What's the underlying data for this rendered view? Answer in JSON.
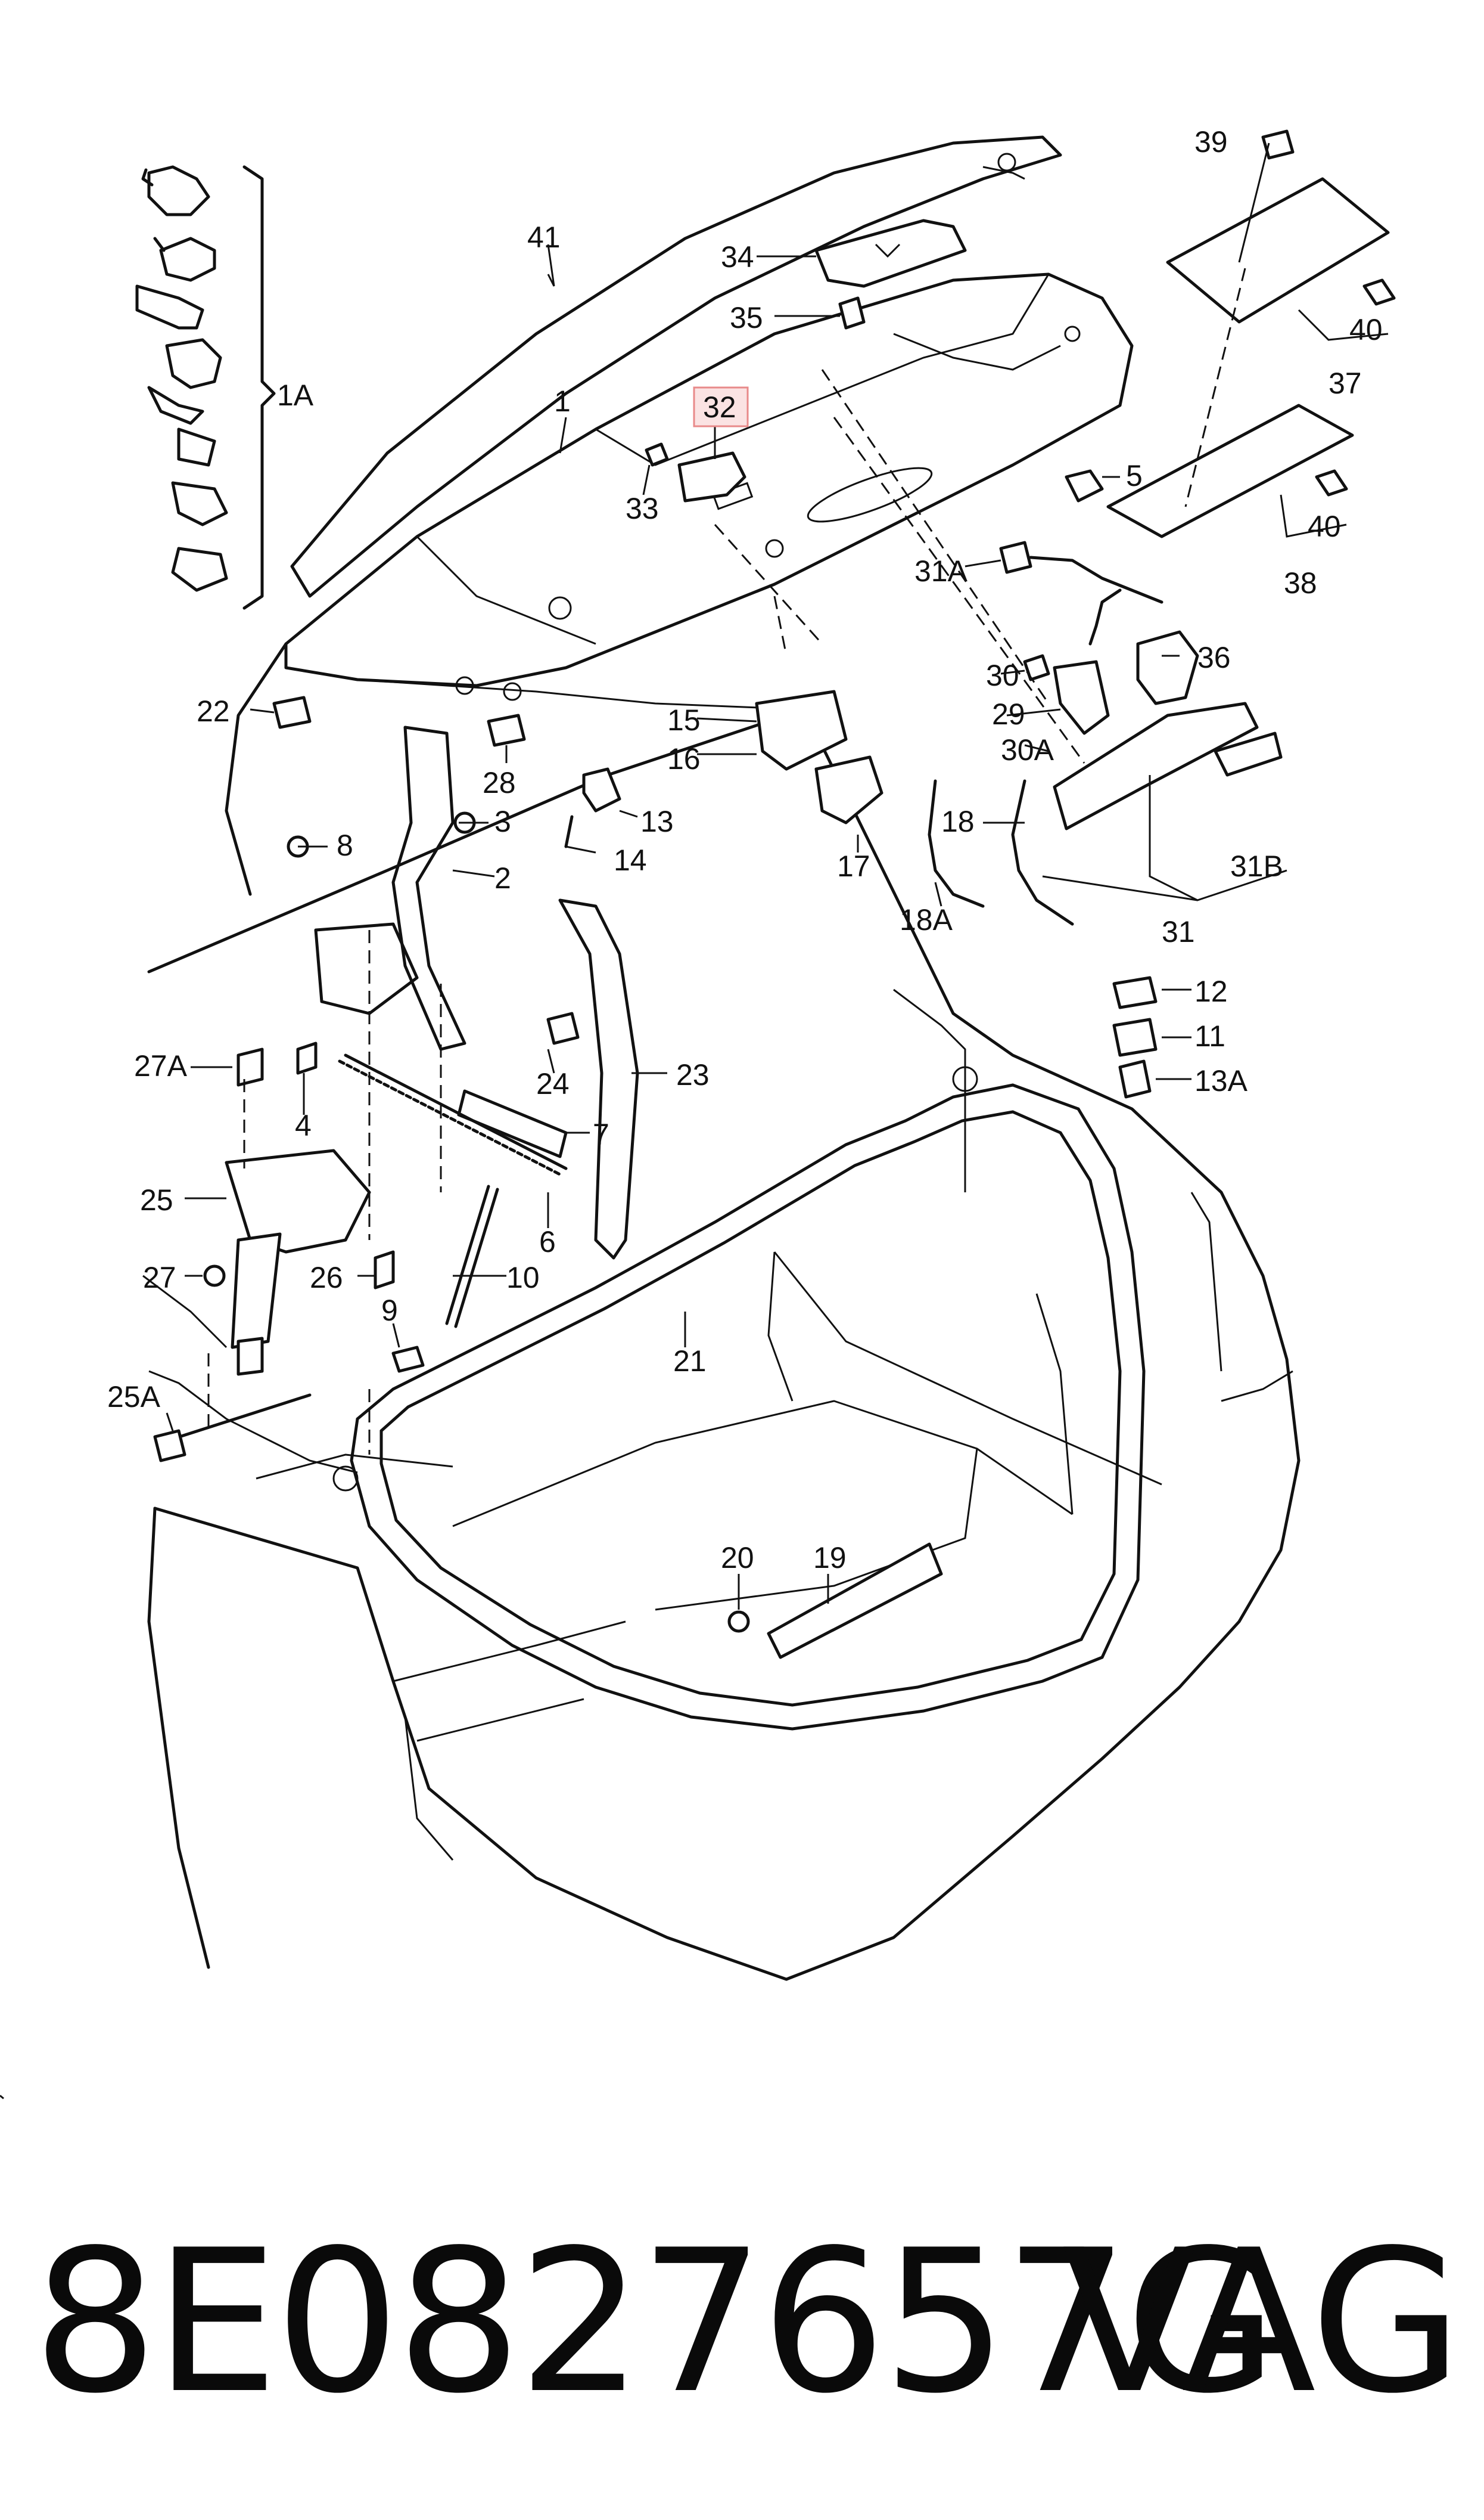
{
  "diagram": {
    "labels": {
      "l1A": "1A",
      "l41": "41",
      "l1": "1",
      "l32": "32",
      "l33": "33",
      "l34": "34",
      "l35": "35",
      "l39": "39",
      "l40a": "40",
      "l37": "37",
      "l5": "5",
      "l40b": "40",
      "l38": "38",
      "l31A": "31A",
      "l36": "36",
      "l30": "30",
      "l29": "29",
      "l30A": "30A",
      "l22": "22",
      "l15": "15",
      "l16": "16",
      "l28": "28",
      "l3": "3",
      "l8": "8",
      "l13": "13",
      "l14": "14",
      "l17": "17",
      "l18": "18",
      "l18A": "18A",
      "l31B": "31B",
      "l31": "31",
      "l2": "2",
      "l12": "12",
      "l11": "11",
      "l13A": "13A",
      "l27A": "27A",
      "l4": "4",
      "l24": "24",
      "l23": "23",
      "l7": "7",
      "l25": "25",
      "l6": "6",
      "l27": "27",
      "l26": "26",
      "l10": "10",
      "l9": "9",
      "l21": "21",
      "l25A": "25A",
      "l20": "20",
      "l19": "19"
    },
    "highlight_color": "#e88a8a",
    "highlight_fill": "#fbe3e3"
  },
  "footer": {
    "part_number": "8E0827657G",
    "brand": "VAG"
  }
}
